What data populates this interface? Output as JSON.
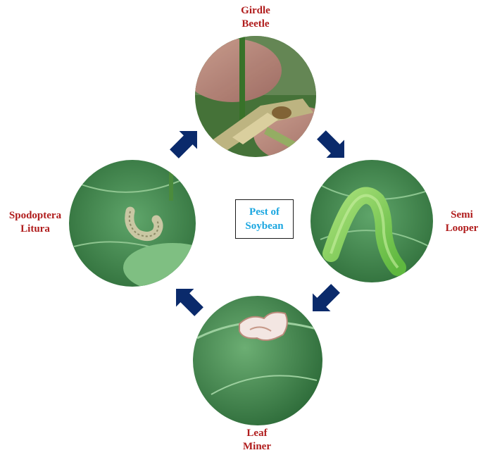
{
  "colors": {
    "label_red": "#b01c1c",
    "center_blue": "#1aa6e0",
    "arrow_navy": "#0a2a6b",
    "leaf_green": "#3f8a4a"
  },
  "center": {
    "line1": "Pest of",
    "line2": "Soybean"
  },
  "pests": [
    {
      "line1": "Girdle",
      "line2": "Beetle",
      "icon": "girdle-beetle-photo"
    },
    {
      "line1": "Semi",
      "line2": "Looper",
      "icon": "semi-looper-photo"
    },
    {
      "line1": "Leaf",
      "line2": "Miner",
      "icon": "leaf-miner-photo"
    },
    {
      "line1": "Spodoptera",
      "line2": "Litura",
      "icon": "spodoptera-litura-photo"
    }
  ]
}
